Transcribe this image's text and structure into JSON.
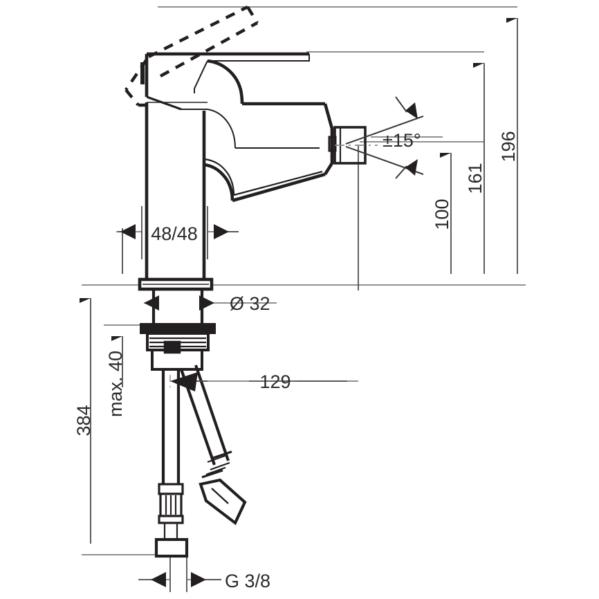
{
  "drawing": {
    "title": "Bidet mixer technical dimension drawing",
    "units": "mm",
    "line_color": "#231f20",
    "dim_line_color": "#5a5a5a",
    "background": "#ffffff"
  },
  "dimensions": {
    "spout_reach_angle": "±15°",
    "spout_height": "100",
    "body_height": "161",
    "total_height_open": "196",
    "handle_width": "48/48",
    "base_diameter": "Ø 32",
    "deck_thickness": "max. 40",
    "hose_length": "384",
    "projection": "129",
    "thread_size": "G 3/8"
  },
  "labels": [
    {
      "id": "angle",
      "text": "±15°"
    },
    {
      "id": "h100",
      "text": "100"
    },
    {
      "id": "h161",
      "text": "161"
    },
    {
      "id": "h196",
      "text": "196"
    },
    {
      "id": "w4848",
      "text": "48/48"
    },
    {
      "id": "d32",
      "text": "Ø 32"
    },
    {
      "id": "max40",
      "text": "max. 40"
    },
    {
      "id": "h384",
      "text": "384"
    },
    {
      "id": "p129",
      "text": "129"
    },
    {
      "id": "thread",
      "text": "G 3/8"
    }
  ],
  "parts": {
    "lever_handle": "lever-handle",
    "lever_handle_open": "lever-handle-open-position",
    "body_column": "mixer-body-column",
    "spout": "spout",
    "aerator": "aerator-nozzle",
    "escutcheon": "escutcheon-base",
    "shank": "mounting-shank",
    "nut": "mounting-nut",
    "hose_cold": "flexible-hose-cold",
    "hose_hot": "flexible-hose-hot",
    "connector_nut": "hose-connector-nut"
  }
}
